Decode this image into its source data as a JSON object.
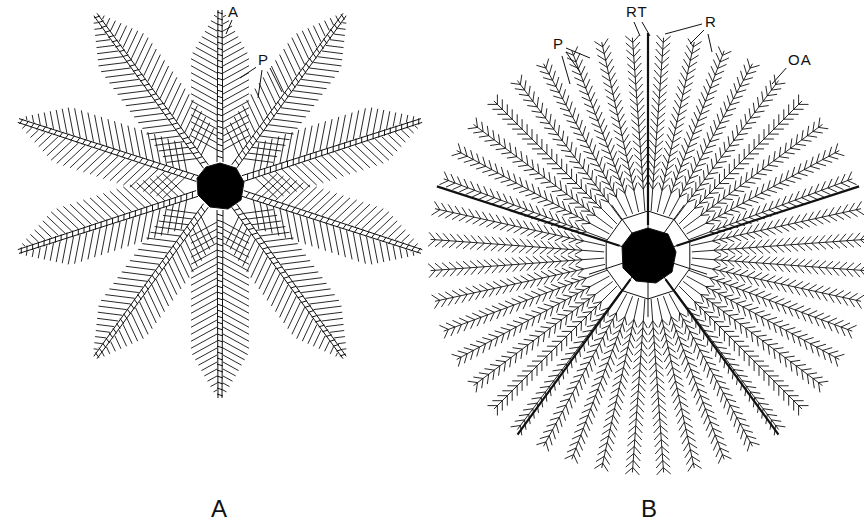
{
  "diagram": {
    "labels": [
      "A",
      "P",
      "RT",
      "R",
      "OA",
      "P",
      "A",
      "B"
    ]
  }
}
